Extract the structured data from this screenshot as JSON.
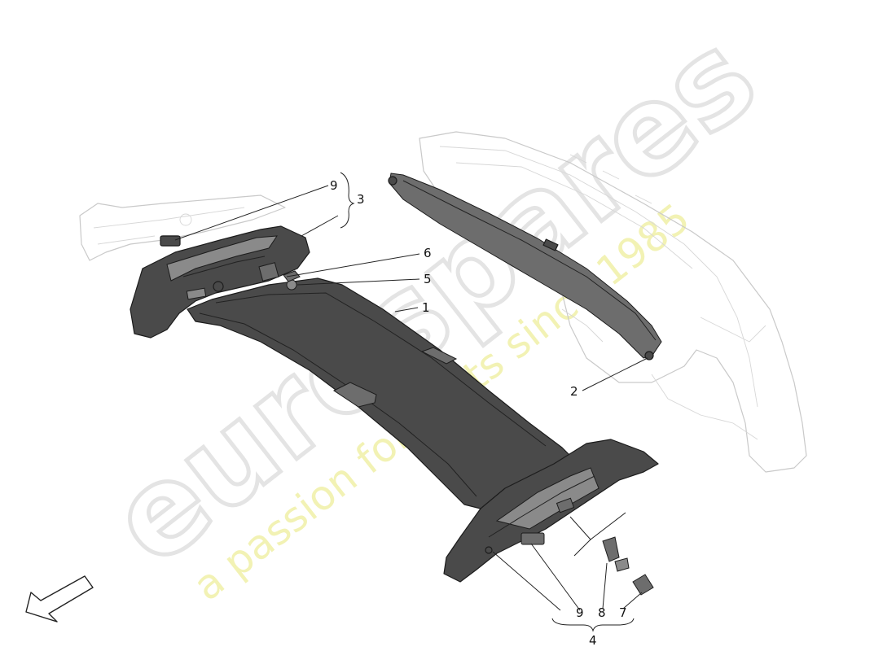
{
  "watermark": {
    "brand": "eurospares",
    "tagline": "a passion for parts since 1985"
  },
  "callouts": {
    "c1": "1",
    "c2": "2",
    "c3": "3",
    "c4": "4",
    "c5": "5",
    "c6": "6",
    "c7": "7",
    "c8": "8",
    "c9_top": "9",
    "c9_bottom": "9"
  }
}
